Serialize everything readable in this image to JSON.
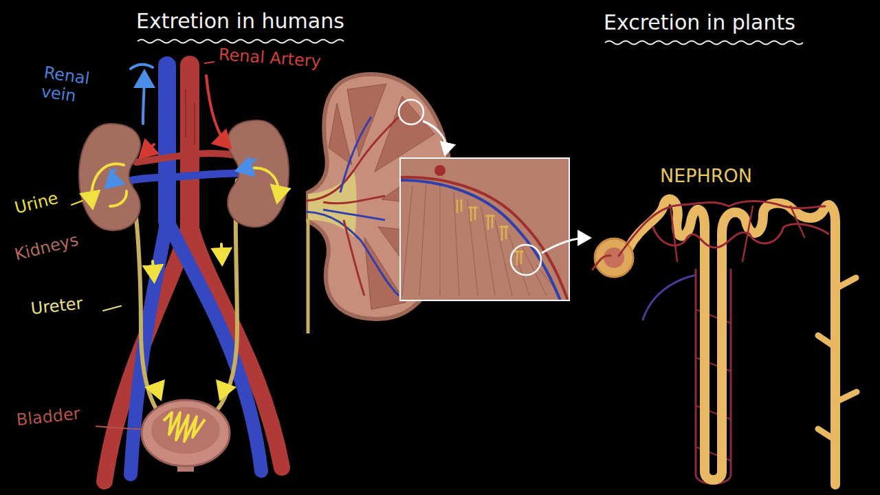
{
  "diagram": {
    "labels": [
      "Extretion in humans",
      "Excretion in plants",
      "Renal vein",
      "Renal Artery",
      "Urine",
      "Kidneys",
      "Ureter",
      "Bladder",
      "NEPHRON"
    ]
  }
}
